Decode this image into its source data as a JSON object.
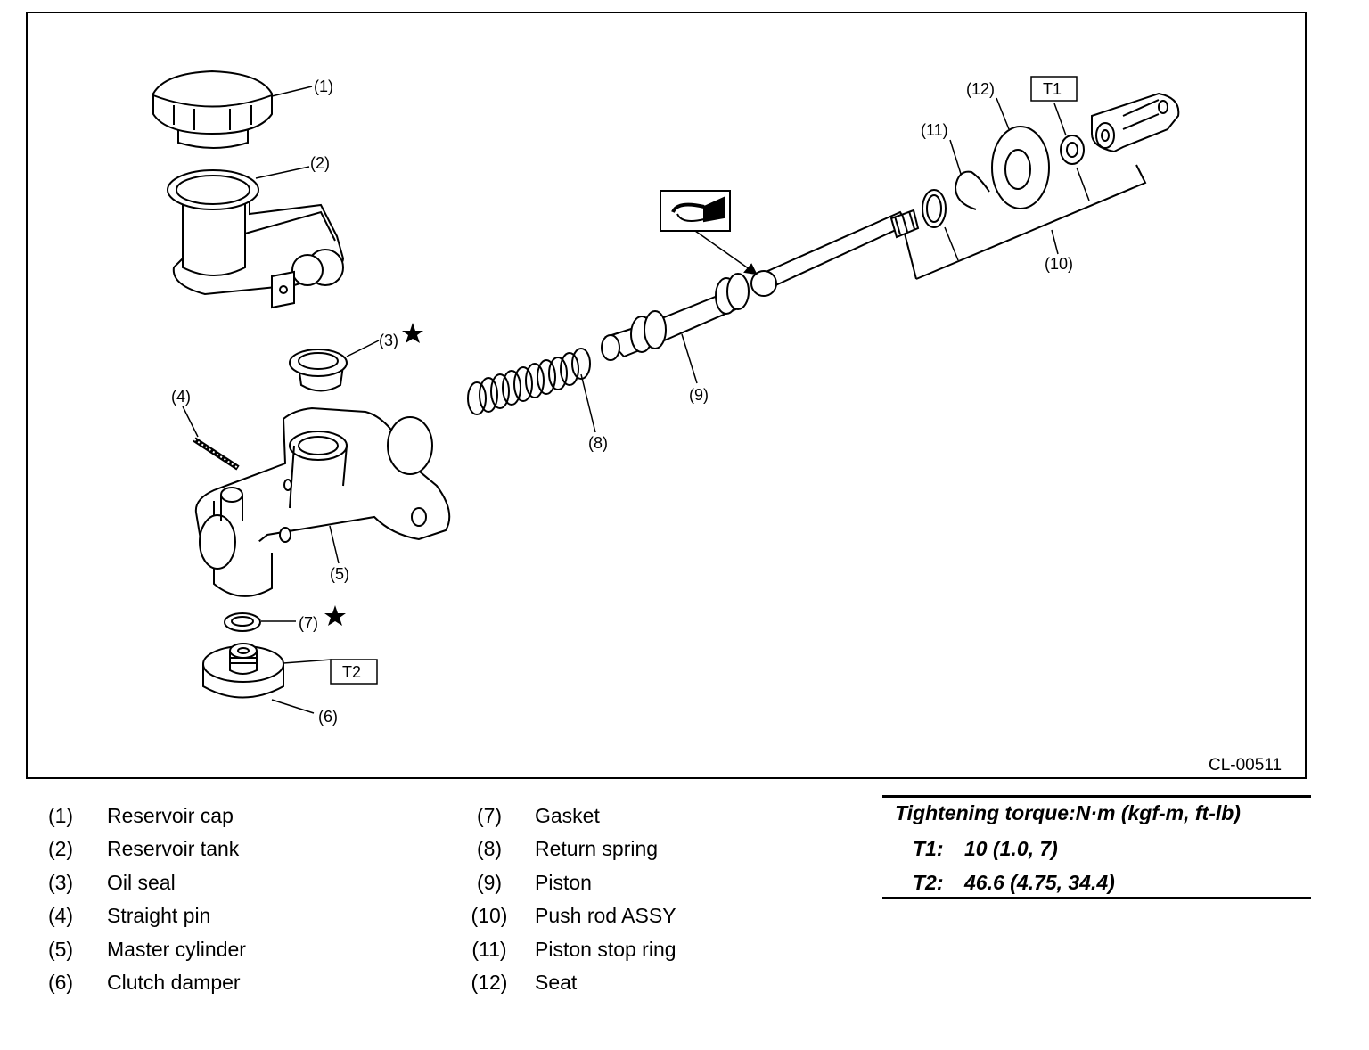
{
  "figure_id": "CL-00511",
  "callouts": {
    "c1": "(1)",
    "c2": "(2)",
    "c3": "(3)",
    "c4": "(4)",
    "c5": "(5)",
    "c6": "(6)",
    "c7": "(7)",
    "c8": "(8)",
    "c9": "(9)",
    "c10": "(10)",
    "c11": "(11)",
    "c12": "(12)",
    "t1": "T1",
    "t2": "T2"
  },
  "legend": [
    {
      "num": "(1)",
      "label": "Reservoir cap"
    },
    {
      "num": "(2)",
      "label": "Reservoir tank"
    },
    {
      "num": "(3)",
      "label": "Oil seal"
    },
    {
      "num": "(4)",
      "label": "Straight pin"
    },
    {
      "num": "(5)",
      "label": "Master cylinder"
    },
    {
      "num": "(6)",
      "label": "Clutch damper"
    },
    {
      "num": "(7)",
      "label": "Gasket"
    },
    {
      "num": "(8)",
      "label": "Return spring"
    },
    {
      "num": "(9)",
      "label": "Piston"
    },
    {
      "num": "(10)",
      "label": "Push rod ASSY"
    },
    {
      "num": "(11)",
      "label": "Piston stop ring"
    },
    {
      "num": "(12)",
      "label": "Seat"
    }
  ],
  "torque": {
    "title": "Tightening torque:N·m (kgf-m, ft-lb)",
    "rows": [
      {
        "key": "T1:",
        "value": "10 (1.0, 7)"
      },
      {
        "key": "T2:",
        "value": "46.6 (4.75, 34.4)"
      }
    ]
  }
}
